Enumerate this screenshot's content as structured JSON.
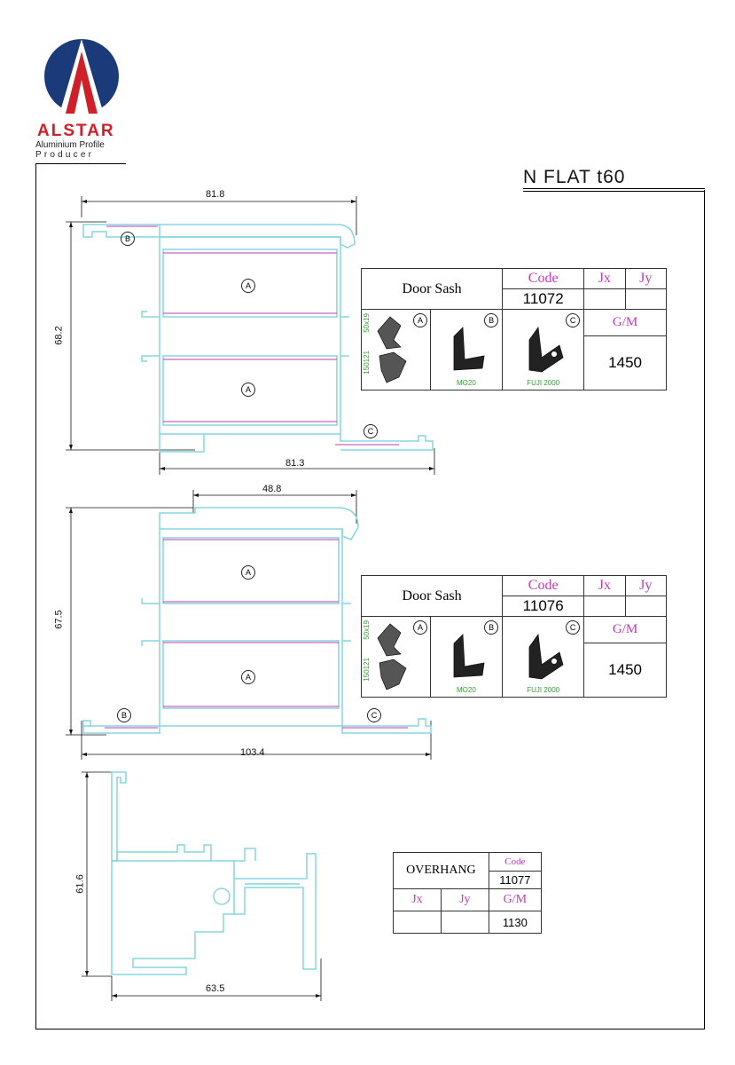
{
  "header": {
    "brand": "ALSTAR",
    "tagline_line1": "Aluminium Profile",
    "tagline_line2": "Producer",
    "title": "N FLAT t60"
  },
  "colors": {
    "profile": "#86d5df",
    "pink": "#c43ab6",
    "green": "#2ca42c",
    "brand_red": "#d11f2a",
    "brand_blue": "#1a3a7a"
  },
  "profile1": {
    "dims": {
      "top": "81.8",
      "bottom": "81.3",
      "left": "68.2"
    },
    "labels": {
      "a": "A",
      "b": "B",
      "c": "C"
    },
    "table": {
      "name": "Door Sash",
      "code_label": "Code",
      "code": "11072",
      "jx_label": "Jx",
      "jy_label": "Jy",
      "jx": "",
      "jy": "",
      "gm_label": "G/M",
      "gm": "1450",
      "acc_a": "A",
      "acc_a_size": "50x19",
      "acc_a_code": "150121",
      "acc_b": "B",
      "acc_b_name": "MO20",
      "acc_c": "C",
      "acc_c_name": "FUJI 2000"
    }
  },
  "profile2": {
    "dims": {
      "top": "48.8",
      "bottom": "103.4",
      "left": "67.5"
    },
    "labels": {
      "a": "A",
      "b": "B",
      "c": "C"
    },
    "table": {
      "name": "Door Sash",
      "code_label": "Code",
      "code": "11076",
      "jx_label": "Jx",
      "jy_label": "Jy",
      "jx": "",
      "jy": "",
      "gm_label": "G/M",
      "gm": "1450",
      "acc_a": "A",
      "acc_a_size": "50x19",
      "acc_a_code": "150121",
      "acc_b": "B",
      "acc_b_name": "MO20",
      "acc_c": "C",
      "acc_c_name": "FUJI 2000"
    }
  },
  "profile3": {
    "dims": {
      "bottom": "63.5",
      "left": "61.6"
    },
    "table": {
      "name": "OVERHANG",
      "code_label": "Code",
      "code": "11077",
      "jx_label": "Jx",
      "jy_label": "Jy",
      "jx": "",
      "jy": "",
      "gm_label": "G/M",
      "gm": "1130"
    }
  }
}
